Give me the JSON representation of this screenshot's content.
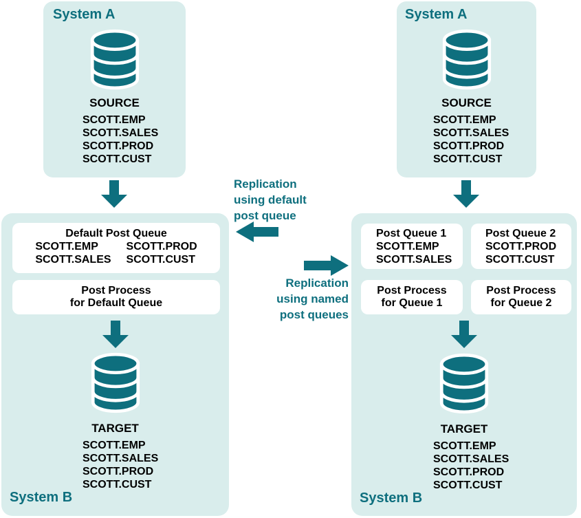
{
  "colors": {
    "teal": "#0e6f7e",
    "panel_bg": "#d9edec",
    "box_bg": "#ffffff",
    "text": "#000000",
    "canvas_bg": "#ffffff"
  },
  "icons": {
    "database": "database-cylinder-stack",
    "arrow_down": "solid-down-arrow",
    "arrow_left": "solid-left-arrow",
    "arrow_right": "solid-right-arrow"
  },
  "panels": {
    "left_a": {
      "title": "System A",
      "db": "SOURCE",
      "tables": [
        "SCOTT.EMP",
        "SCOTT.SALES",
        "SCOTT.PROD",
        "SCOTT.CUST"
      ]
    },
    "left_b": {
      "title": "System B",
      "db": "TARGET",
      "tables": [
        "SCOTT.EMP",
        "SCOTT.SALES",
        "SCOTT.PROD",
        "SCOTT.CUST"
      ],
      "queue": {
        "title": "Default Post Queue",
        "rows": [
          [
            "SCOTT.EMP",
            "SCOTT.PROD"
          ],
          [
            "SCOTT.SALES",
            "SCOTT.CUST"
          ]
        ]
      },
      "process": [
        "Post Process",
        "for Default Queue"
      ]
    },
    "right_a": {
      "title": "System A",
      "db": "SOURCE",
      "tables": [
        "SCOTT.EMP",
        "SCOTT.SALES",
        "SCOTT.PROD",
        "SCOTT.CUST"
      ]
    },
    "right_b": {
      "title": "System B",
      "db": "TARGET",
      "tables": [
        "SCOTT.EMP",
        "SCOTT.SALES",
        "SCOTT.PROD",
        "SCOTT.CUST"
      ],
      "queue1": {
        "title": "Post Queue 1",
        "tables": [
          "SCOTT.EMP",
          "SCOTT.SALES"
        ]
      },
      "queue2": {
        "title": "Post Queue 2",
        "tables": [
          "SCOTT.PROD",
          "SCOTT.CUST"
        ]
      },
      "process1": [
        "Post Process",
        "for Queue 1"
      ],
      "process2": [
        "Post Process",
        "for Queue 2"
      ]
    }
  },
  "labels": {
    "replication_default": [
      "Replication",
      "using default",
      "post queue"
    ],
    "replication_named": [
      "Replication",
      "using named",
      "post queues"
    ]
  }
}
